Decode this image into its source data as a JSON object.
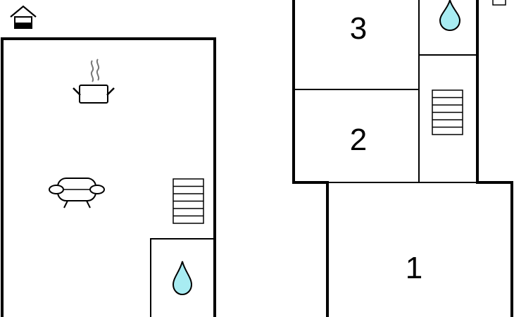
{
  "floorplan": {
    "rooms": [
      {
        "label": "1"
      },
      {
        "label": "2"
      },
      {
        "label": "3"
      }
    ],
    "icons": {
      "entrance": "entrance-icon",
      "kitchen": "cooking-pot-icon",
      "living": "sofa-icon",
      "stairs": "staircase-icon",
      "bathroom": "water-drop-icon"
    },
    "colors": {
      "wall": "#000000",
      "water": "#a8ecf2"
    }
  }
}
